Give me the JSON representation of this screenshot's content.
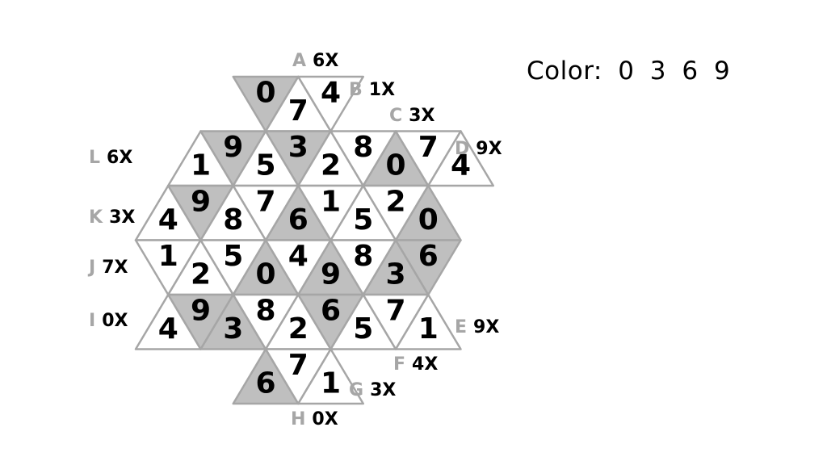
{
  "colors": {
    "shaded": "#bfbfbf",
    "plain": "#ffffff",
    "stroke": "#a6a6a6",
    "letter": "#a6a6a6",
    "text": "#000000"
  },
  "legend": {
    "label": "Color:",
    "values": [
      "0",
      "3",
      "6",
      "9"
    ]
  },
  "board": {
    "rows": [
      {
        "row": 0,
        "start": 3,
        "cells": [
          {
            "n": "0",
            "shaded": true
          },
          {
            "n": "7",
            "shaded": false
          },
          {
            "n": "4",
            "shaded": false
          }
        ]
      },
      {
        "row": 1,
        "start": 1,
        "cells": [
          {
            "n": "1",
            "shaded": false
          },
          {
            "n": "9",
            "shaded": true
          },
          {
            "n": "5",
            "shaded": false
          },
          {
            "n": "3",
            "shaded": true
          },
          {
            "n": "2",
            "shaded": false
          },
          {
            "n": "8",
            "shaded": false
          },
          {
            "n": "0",
            "shaded": true
          },
          {
            "n": "7",
            "shaded": false
          },
          {
            "n": "4",
            "shaded": false
          }
        ]
      },
      {
        "row": 2,
        "start": 0,
        "cells": [
          {
            "n": "4",
            "shaded": false
          },
          {
            "n": "9",
            "shaded": true
          },
          {
            "n": "8",
            "shaded": false
          },
          {
            "n": "7",
            "shaded": false
          },
          {
            "n": "6",
            "shaded": true
          },
          {
            "n": "1",
            "shaded": false
          },
          {
            "n": "5",
            "shaded": false
          },
          {
            "n": "2",
            "shaded": false
          },
          {
            "n": "0",
            "shaded": true
          }
        ]
      },
      {
        "row": 3,
        "start": 0,
        "cells": [
          {
            "n": "1",
            "shaded": false
          },
          {
            "n": "2",
            "shaded": false
          },
          {
            "n": "5",
            "shaded": false
          },
          {
            "n": "0",
            "shaded": true
          },
          {
            "n": "4",
            "shaded": false
          },
          {
            "n": "9",
            "shaded": true
          },
          {
            "n": "8",
            "shaded": false
          },
          {
            "n": "3",
            "shaded": true
          },
          {
            "n": "6",
            "shaded": true
          }
        ]
      },
      {
        "row": 4,
        "start": 0,
        "cells": [
          {
            "n": "4",
            "shaded": false
          },
          {
            "n": "9",
            "shaded": true
          },
          {
            "n": "3",
            "shaded": true
          },
          {
            "n": "8",
            "shaded": false
          },
          {
            "n": "2",
            "shaded": false
          },
          {
            "n": "6",
            "shaded": true
          },
          {
            "n": "5",
            "shaded": false
          },
          {
            "n": "7",
            "shaded": false
          },
          {
            "n": "1",
            "shaded": false
          }
        ]
      },
      {
        "row": 5,
        "start": 3,
        "cells": [
          {
            "n": "6",
            "shaded": true
          },
          {
            "n": "7",
            "shaded": false
          },
          {
            "n": "1",
            "shaded": false
          }
        ]
      }
    ],
    "edges": [
      {
        "letter": "A",
        "count": "6X"
      },
      {
        "letter": "B",
        "count": "1X"
      },
      {
        "letter": "C",
        "count": "3X"
      },
      {
        "letter": "D",
        "count": "9X"
      },
      {
        "letter": "E",
        "count": "9X"
      },
      {
        "letter": "F",
        "count": "4X"
      },
      {
        "letter": "G",
        "count": "3X"
      },
      {
        "letter": "H",
        "count": "0X"
      },
      {
        "letter": "I",
        "count": "0X"
      },
      {
        "letter": "J",
        "count": "7X"
      },
      {
        "letter": "K",
        "count": "3X"
      },
      {
        "letter": "L",
        "count": "6X"
      }
    ]
  }
}
